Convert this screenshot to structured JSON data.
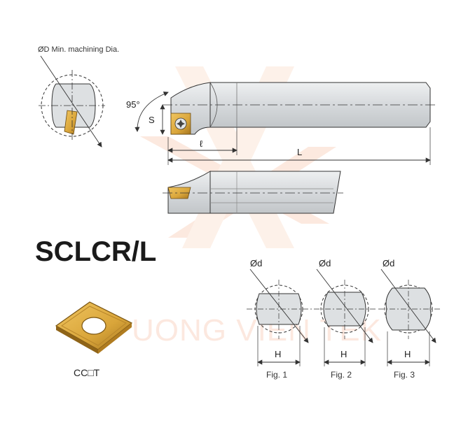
{
  "title": "SCLCR/L",
  "labels": {
    "min_machining_dia": "ØD Min. machining Dia.",
    "angle": "95°",
    "s": "S",
    "l_small": "ℓ",
    "l_big": "L",
    "insert_code": "CC□T",
    "od": "Ød",
    "h": "H",
    "fig1": "Fig. 1",
    "fig2": "Fig. 2",
    "fig3": "Fig. 3"
  },
  "watermark": "UONG VIEN TEK",
  "colors": {
    "line": "#333333",
    "body_fill": "#dcdfe1",
    "body_shade": "#c6cacd",
    "insert_gold": "#d9a53a",
    "insert_dark": "#a0701c",
    "watermark": "#f2a07a"
  }
}
